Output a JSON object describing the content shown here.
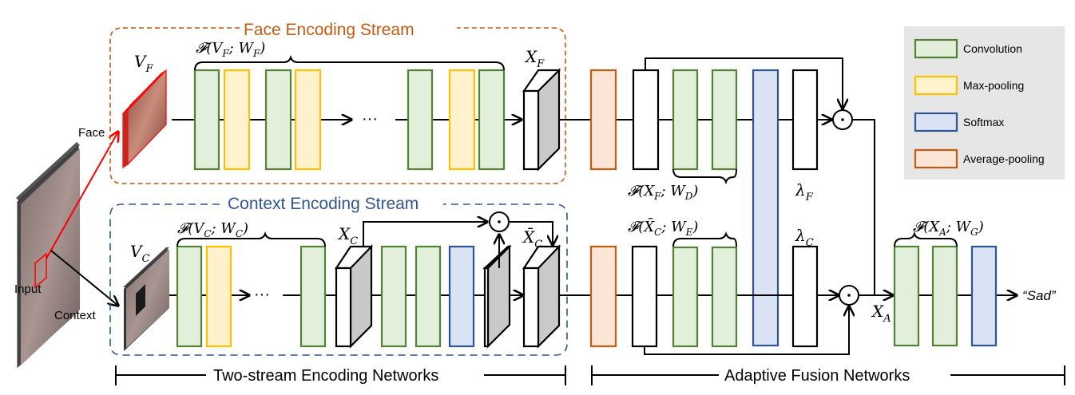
{
  "colors": {
    "convolution_fill": "#E2EFDA",
    "convolution_stroke": "#548235",
    "maxpool_fill": "#FFF2CC",
    "maxpool_stroke": "#FFC000",
    "softmax_fill": "#DAE3F3",
    "softmax_stroke": "#2F5597",
    "avgpool_fill": "#FBE5D6",
    "avgpool_stroke": "#C55A11",
    "face_stream": "#C55A11",
    "context_stream": "#2F5597",
    "legend_bg": "#E6E6E6",
    "face_arrow": "#FF0000"
  },
  "inputs": {
    "input_label": "Input",
    "face_label": "Face",
    "context_label": "Context"
  },
  "face_stream": {
    "title": "Face Encoding Stream",
    "input_symbol": "V",
    "input_sub": "F",
    "function_label": "𝓕(V",
    "function_parts": {
      "f": "𝓕(",
      "v": "V",
      "vs": "F",
      "sep": "; ",
      "w": "W",
      "ws": "F",
      "close": ")"
    },
    "output_symbol": "X",
    "output_sub": "F",
    "ellipsis": "···",
    "blocks": [
      "Convolution",
      "Max-pooling",
      "Convolution",
      "Max-pooling",
      "Convolution",
      "Max-pooling",
      "Convolution"
    ]
  },
  "context_stream": {
    "title": "Context Encoding Stream",
    "input_symbol": "V",
    "input_sub": "C",
    "function_parts": {
      "f": "𝓕(",
      "v": "V",
      "vs": "C",
      "sep": "; ",
      "w": "W",
      "ws": "C",
      "close": ")"
    },
    "feature_symbol": "X",
    "feature_sub": "C",
    "attended_symbol": "X̄",
    "attended_sub": "C",
    "ellipsis": "···",
    "blocks": [
      "Convolution",
      "Max-pooling",
      "Convolution",
      "Convolution",
      "Convolution",
      "Softmax"
    ]
  },
  "fusion": {
    "face_function": {
      "f": "𝓕(",
      "v": "X",
      "vs": "F",
      "sep": "; ",
      "w": "W",
      "ws": "D",
      "close": ")"
    },
    "context_function": {
      "f": "𝓕(",
      "v": "X̄",
      "vs": "C",
      "sep": "; ",
      "w": "W",
      "ws": "E",
      "close": ")"
    },
    "lambda_face": {
      "sym": "λ",
      "sub": "F"
    },
    "lambda_context": {
      "sym": "λ",
      "sub": "C"
    },
    "fused_symbol": {
      "sym": "X",
      "sub": "A"
    },
    "final_function": {
      "f": "𝓕(",
      "v": "X",
      "vs": "A",
      "sep": "; ",
      "w": "W",
      "ws": "G",
      "close": ")"
    },
    "output_label": "“Sad”",
    "product_symbol": "⊙"
  },
  "legend": {
    "items": [
      {
        "label": "Convolution",
        "kind": "conv"
      },
      {
        "label": "Max-pooling",
        "kind": "maxp"
      },
      {
        "label": "Softmax",
        "kind": "soft"
      },
      {
        "label": "Average-pooling",
        "kind": "avgp"
      }
    ]
  },
  "sections": {
    "encoding": "Two-stream Encoding Networks",
    "fusion": "Adaptive Fusion Networks"
  }
}
